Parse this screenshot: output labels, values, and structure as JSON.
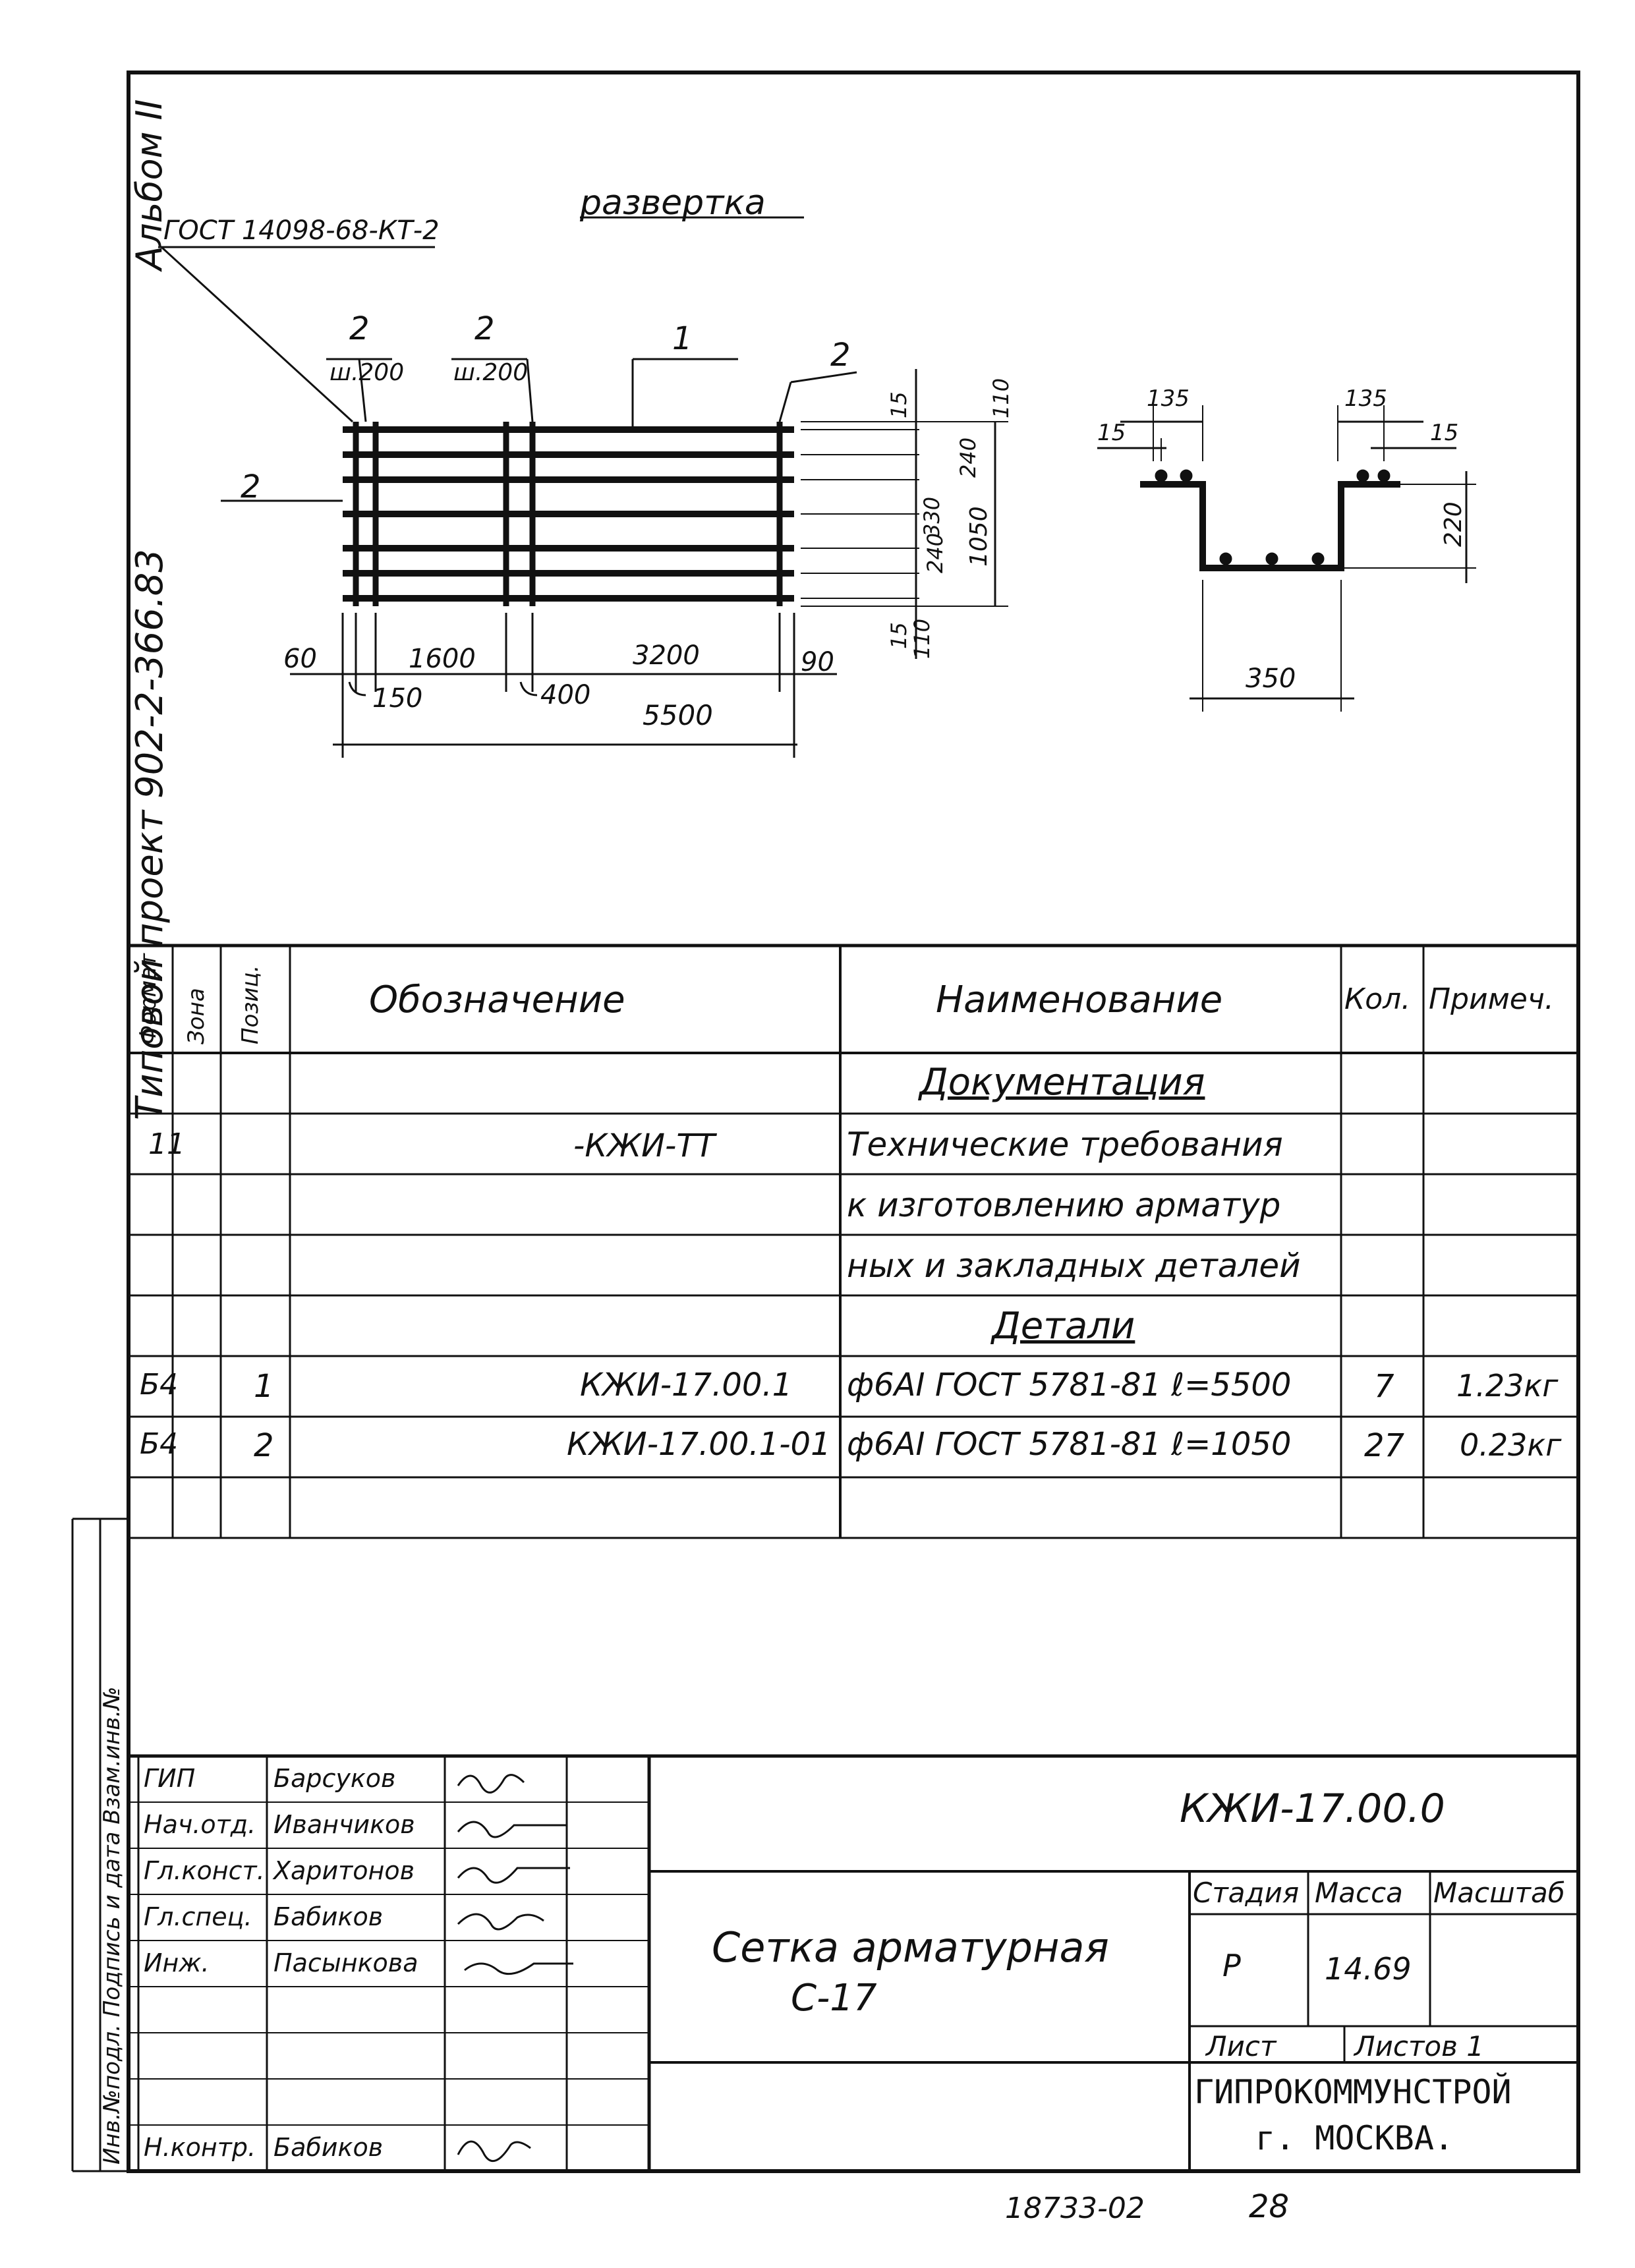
{
  "side": {
    "album": "Альбом II",
    "project": "Типовой проект 902-2-366.83",
    "stamp_left": "Инв.№подл. Подпись и дата Взам.инв.№"
  },
  "drawing": {
    "title": "развертка",
    "gost_note": "ГОСТ 14098-68-КТ-2",
    "pos_labels": [
      "2",
      "2",
      "1",
      "2",
      "2"
    ],
    "sh200_a": "ш.200",
    "sh200_b": "ш.200",
    "dims_bottom": [
      "60",
      "1600",
      "3200",
      "90"
    ],
    "dims_bottom_small": [
      "150",
      "400"
    ],
    "dim_total": "5500",
    "dims_right": [
      "15",
      "110",
      "240",
      "330",
      "240",
      "1050",
      "15",
      "110"
    ],
    "section_dims": [
      "135",
      "135",
      "15",
      "15",
      "220",
      "350"
    ]
  },
  "spec": {
    "headers": {
      "format": "Формат",
      "zone": "Зона",
      "pos": "Позиц.",
      "designation": "Обозначение",
      "name": "Наименование",
      "qty": "Кол.",
      "note": "Примеч."
    },
    "section_docs": "Документация",
    "section_parts": "Детали",
    "rows": [
      {
        "format": "11",
        "zone": "",
        "pos": "",
        "designation": "-КЖИ-ТТ",
        "name": "Технические требования",
        "qty": "",
        "note": ""
      },
      {
        "format": "",
        "zone": "",
        "pos": "",
        "designation": "",
        "name": "к изготовлению арматур",
        "qty": "",
        "note": ""
      },
      {
        "format": "",
        "zone": "",
        "pos": "",
        "designation": "",
        "name": "ных и закладных деталей",
        "qty": "",
        "note": ""
      },
      {
        "format": "Б4",
        "zone": "",
        "pos": "1",
        "designation": "КЖИ-17.00.1",
        "name": "ф6АI ГОСТ 5781-81 ℓ=5500",
        "qty": "7",
        "note": "1.23кг"
      },
      {
        "format": "Б4",
        "zone": "",
        "pos": "2",
        "designation": "КЖИ-17.00.1-01",
        "name": "ф6АI ГОСТ 5781-81 ℓ=1050",
        "qty": "27",
        "note": "0.23кг"
      }
    ]
  },
  "titleblock": {
    "roles": [
      "ГИП",
      "Нач.отд.",
      "Гл.конст.",
      "Гл.спец.",
      "Инж.",
      "",
      "",
      "",
      "Н.контр."
    ],
    "names": [
      "Барсуков",
      "Иванчиков",
      "Харитонов",
      "Бабиков",
      "Пасынкова",
      "",
      "",
      "",
      "Бабиков"
    ],
    "doc_code": "КЖИ-17.00.0",
    "item_name_1": "Сетка арматурная",
    "item_name_2": "С-17",
    "stage_label": "Стадия",
    "mass_label": "Масса",
    "scale_label": "Масштаб",
    "stage": "Р",
    "mass": "14.69",
    "scale": "",
    "sheet_label": "Лист",
    "sheets_label": "Листов 1",
    "org_1": "ГИПРОКОММУНСТРОЙ",
    "org_2": "г. МОСКВА."
  },
  "footer": {
    "code": "18733-02",
    "page": "28"
  }
}
